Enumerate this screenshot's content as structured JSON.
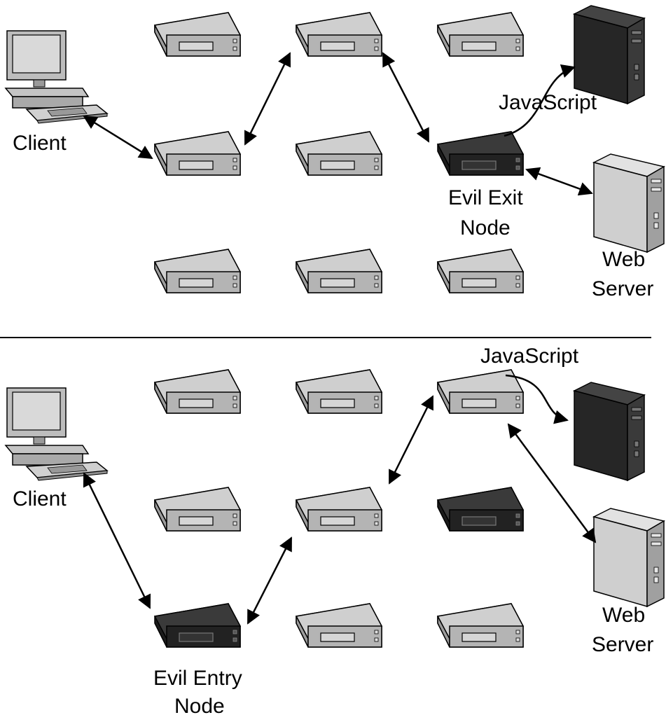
{
  "colors": {
    "node_normal": "#c6c6c6",
    "node_evil": "#2b2b2b",
    "line": "#000000",
    "background": "#ffffff"
  },
  "top_panel": {
    "client_label": "Client",
    "evil_node_label_line1": "Evil Exit",
    "evil_node_label_line2": "Node",
    "javascript_label": "JavaScript",
    "web_server_label_line1": "Web",
    "web_server_label_line2": "Server"
  },
  "bottom_panel": {
    "client_label": "Client",
    "evil_node_label_line1": "Evil Entry",
    "evil_node_label_line2": "Node",
    "javascript_label": "JavaScript",
    "web_server_label_line1": "Web",
    "web_server_label_line2": "Server"
  }
}
